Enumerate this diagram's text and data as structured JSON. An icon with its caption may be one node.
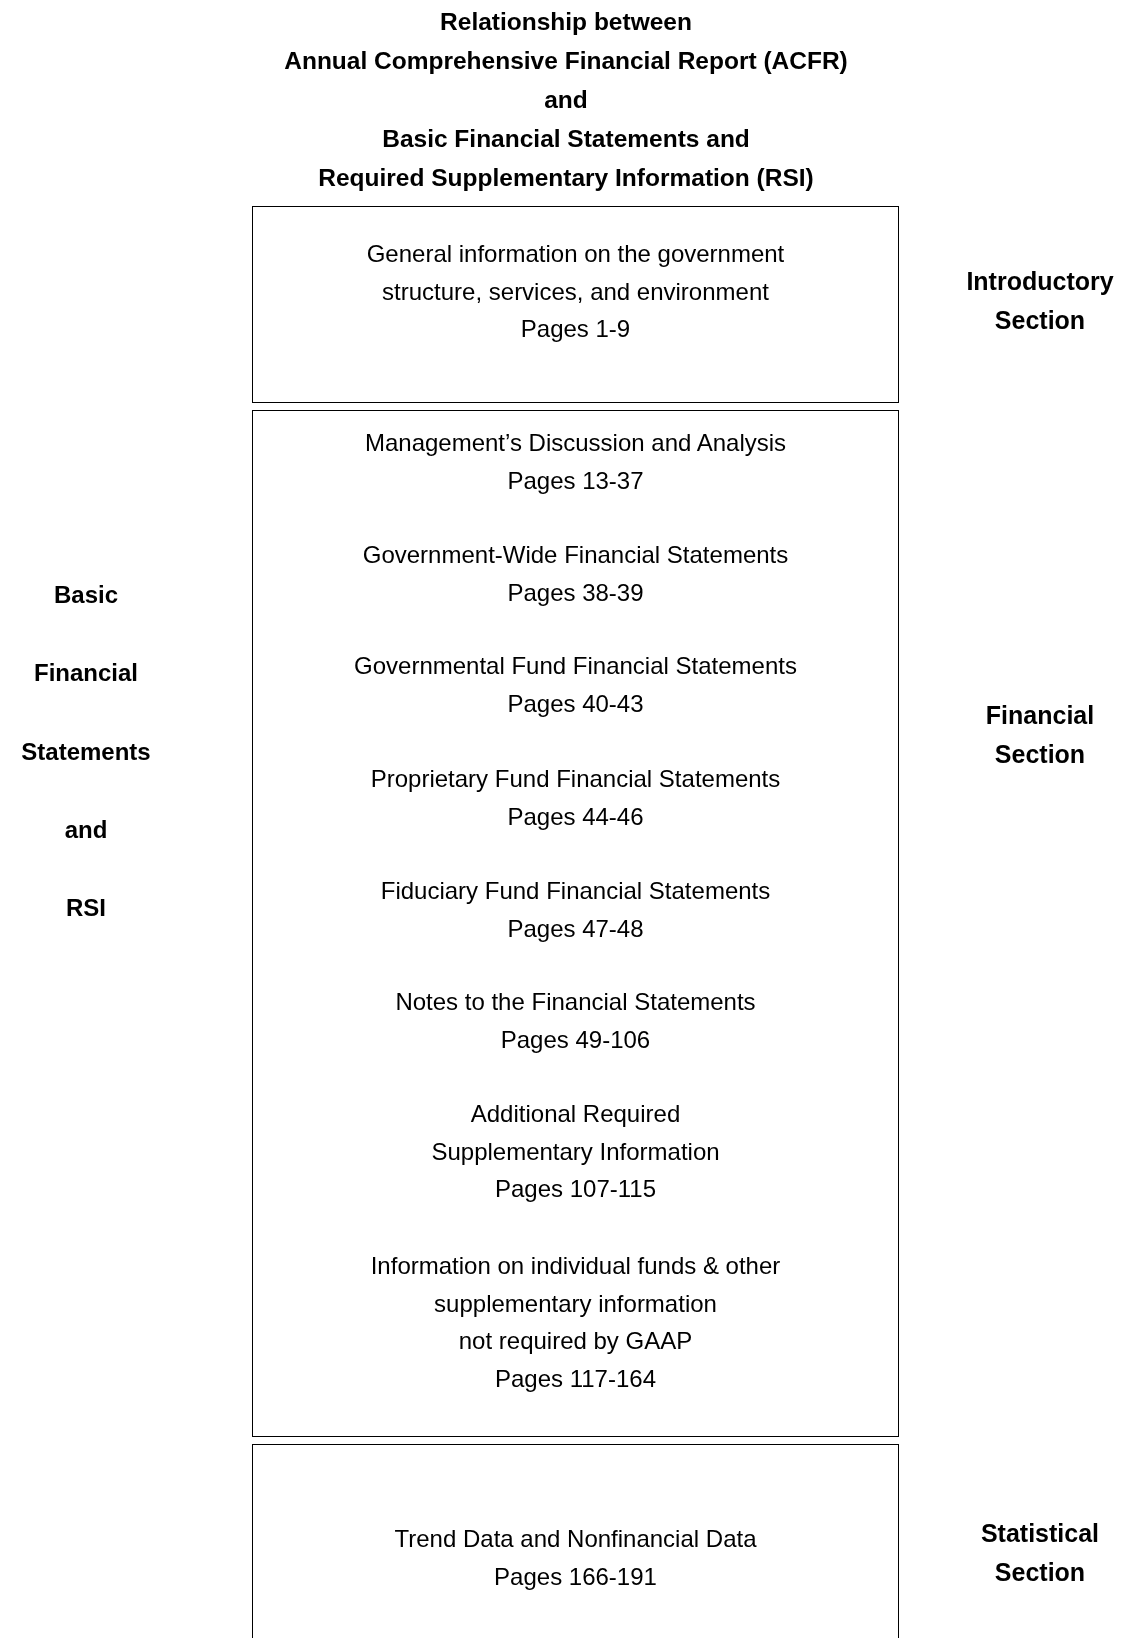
{
  "diagram": {
    "title": "Relationship between Annual Comprehensive Financial Report (ACFR) and Basic Financial Statements and Required Supplementary Information (RSI)",
    "nodes": [
      {
        "text": [
          "General information on the government structure, services, and environment Pages 1-9"
        ],
        "beside": [
          "Introductory Section"
        ]
      },
      {
        "text": [
          "Management’s Discussion and Analysis Pages 13-37",
          "Government-Wide Financial Statements Pages 38-39",
          "Governmental Fund Financial Statements Pages 40-43",
          "Proprietary Fund Financial Statements Pages 44-46",
          "Fiduciary Fund Financial Statements Pages 47-48",
          "Notes to the Financial Statements Pages 49-106",
          "Additional Required Supplementary Information Pages 107-115",
          "Information on individual funds & other supplementary information not required by GAAP Pages 117-164"
        ],
        "beside": [
          "Financial Section"
        ]
      },
      {
        "text": [
          "Trend Data and Nonfinancial Data Pages 166-191"
        ],
        "beside": [
          "Statistical Section"
        ]
      }
    ],
    "labels": [
      "Basic Financial Statements and RSI"
    ]
  }
}
